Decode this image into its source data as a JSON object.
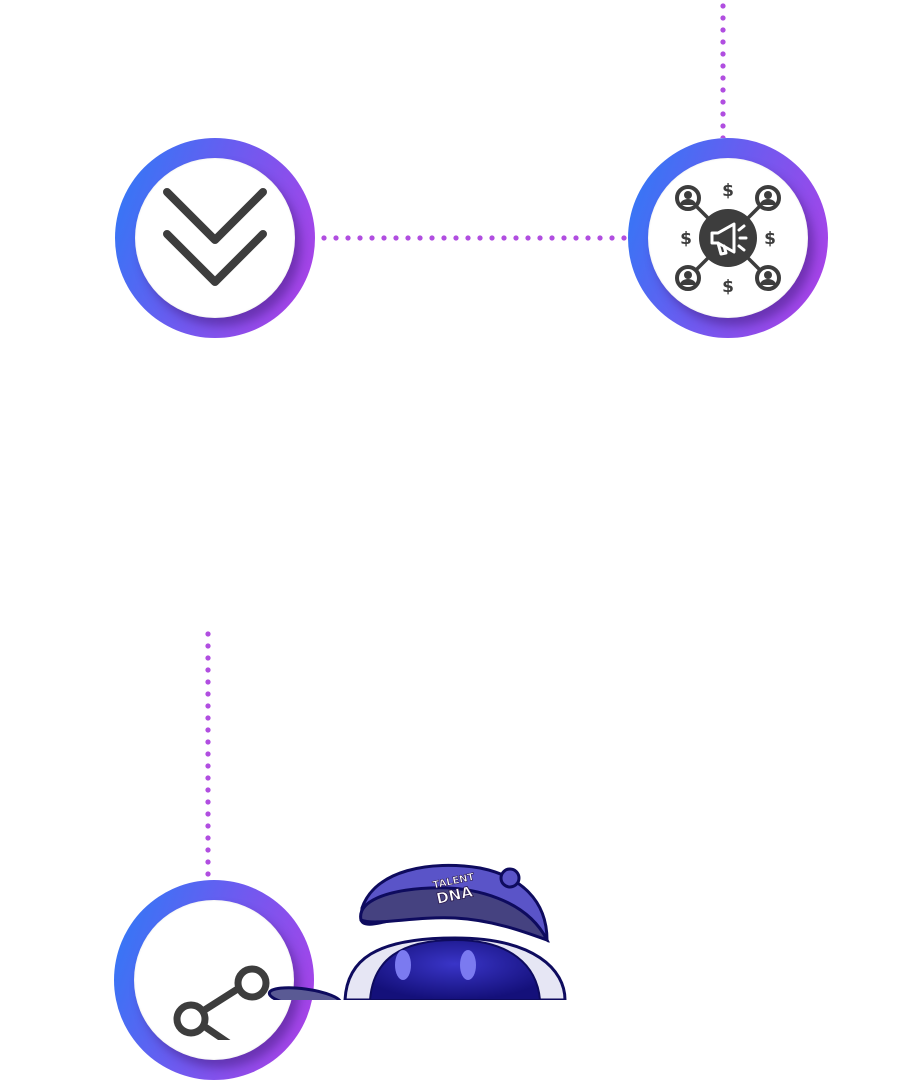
{
  "diagram": {
    "nodes": [
      {
        "id": "node-top-left",
        "icon": "double-chevron-down-icon"
      },
      {
        "id": "node-top-right",
        "icon": "megaphone-network-icon"
      },
      {
        "id": "node-bottom-left",
        "icon": "share-icon"
      }
    ],
    "connectors": [
      {
        "from": "top-edge",
        "to": "node-top-right",
        "style": "dotted"
      },
      {
        "from": "node-top-left",
        "to": "node-top-right",
        "style": "dotted"
      },
      {
        "from": "above",
        "to": "node-bottom-left",
        "style": "dotted"
      }
    ],
    "colors": {
      "gradient_start": "#2a7cf7",
      "gradient_end": "#b43ee6",
      "dot_color": "#b04ee0",
      "icon_color": "#3d3d3d"
    }
  },
  "mascot": {
    "cap_text_line1": "TALENT",
    "cap_text_line2": "DNA",
    "body_color": "#1f1a8f",
    "cap_color": "#5a54c8"
  }
}
